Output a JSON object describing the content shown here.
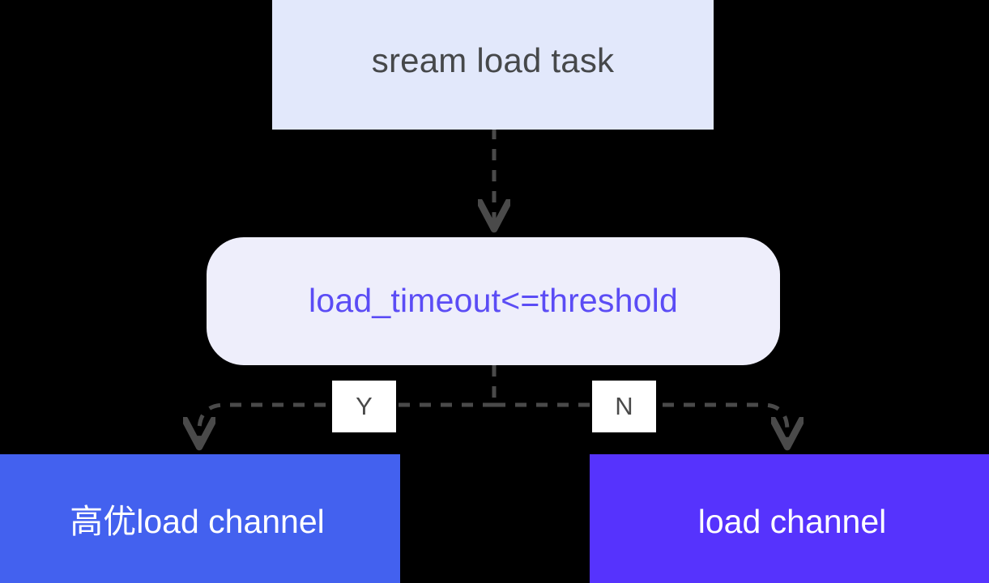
{
  "diagram": {
    "title": "stream load task routing flowchart",
    "background_color": "#000000",
    "edge_color": "#4a4a4a",
    "nodes": {
      "start": {
        "label": "sream load task",
        "shape": "rectangle",
        "fill": "#e2e8fb",
        "text_color": "#46484a"
      },
      "decision": {
        "label": "load_timeout<=threshold",
        "shape": "rounded-rectangle",
        "fill": "#eeeefb",
        "text_color": "#5b4cf5"
      },
      "high_priority_channel": {
        "label": "高优load  channel",
        "shape": "rectangle",
        "fill": "#4361ef",
        "text_color": "#ffffff"
      },
      "normal_channel": {
        "label": "load  channel",
        "shape": "rectangle",
        "fill": "#5633fd",
        "text_color": "#ffffff"
      }
    },
    "edges": {
      "start_to_decision": {
        "label": "",
        "style": "dashed",
        "arrow": "down"
      },
      "decision_to_high_priority": {
        "label": "Y",
        "style": "dashed",
        "arrow": "down"
      },
      "decision_to_normal": {
        "label": "N",
        "style": "dashed",
        "arrow": "down"
      }
    }
  }
}
